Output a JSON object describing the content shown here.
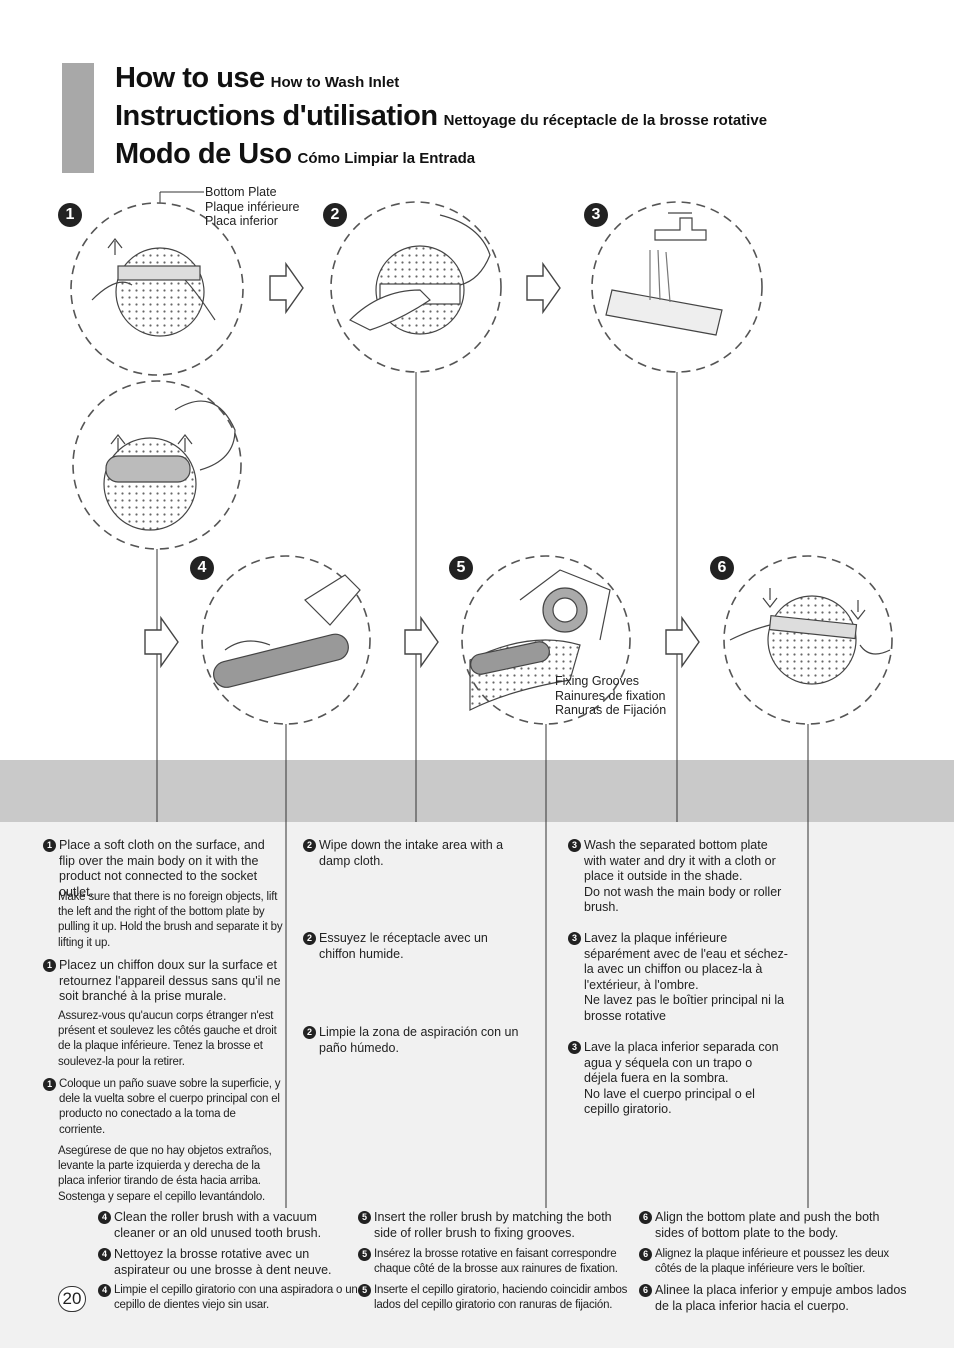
{
  "header": {
    "en_title": "How to use",
    "en_sub": "How to Wash Inlet",
    "fr_title": "Instructions d'utilisation",
    "fr_sub": "Nettoyage du réceptacle de la brosse rotative",
    "es_title": "Modo de Uso",
    "es_sub": "Cómo Limpiar la Entrada"
  },
  "labels": {
    "bottom_plate": [
      "Bottom Plate",
      "Plaque inférieure",
      "Placa inferior"
    ],
    "fixing_grooves": [
      "Fixing Grooves",
      "Rainures de fixation",
      "Ranuras de Fijación"
    ]
  },
  "step_numbers": [
    "1",
    "2",
    "3",
    "4",
    "5",
    "6"
  ],
  "steps": {
    "s1": {
      "num": "1",
      "en": "Place a soft cloth on the surface, and flip over the main body on it with the product not connected to the socket outlet.",
      "en_note": "Make sure that there is no foreign objects, lift the left and the right  of the bottom plate by pulling it up. Hold the brush and separate it by lifting it up.",
      "fr": "Placez un chiffon doux sur la surface et retournez l'appareil dessus sans qu'il ne soit branché à la prise murale.",
      "fr_note": "Assurez-vous qu'aucun corps étranger n'est présent et soulevez les côtés gauche et droit de la plaque inférieure. Tenez la brosse et soulevez-la pour la retirer.",
      "es": "Coloque un paño suave sobre la superficie, y dele la vuelta sobre el cuerpo principal con el producto no conectado a la toma de corriente.",
      "es_note": "Asegúrese de que no hay objetos extraños, levante la parte izquierda y derecha de la placa inferior tirando de ésta hacia arriba. Sostenga y separe el cepillo levantándolo."
    },
    "s2": {
      "num": "2",
      "en": "Wipe down the intake area with a damp cloth.",
      "fr": "Essuyez le réceptacle avec un chiffon humide.",
      "es": "Limpie la zona de aspiración con un paño húmedo."
    },
    "s3": {
      "num": "3",
      "en": "Wash the separated bottom plate with water and dry it with a cloth or place it outside in the shade.",
      "en_note": "Do not wash the main body or roller brush.",
      "fr": "Lavez la plaque inférieure séparément avec de l'eau et séchez-la avec un chiffon ou placez-la à l'extérieur, à l'ombre.",
      "fr_note": "Ne lavez pas le boîtier principal ni la brosse rotative",
      "es": "Lave la placa inferior separada con agua y séquela con un trapo o déjela fuera en la sombra.",
      "es_note": "No lave el cuerpo principal o el cepillo giratorio."
    },
    "s4": {
      "num": "4",
      "en": "Clean the roller brush with a vacuum cleaner or an old unused tooth brush.",
      "fr": "Nettoyez la brosse rotative avec un aspirateur ou une brosse à dent neuve.",
      "es": "Limpie el cepillo giratorio con una aspiradora o un cepillo de dientes viejo sin usar."
    },
    "s5": {
      "num": "5",
      "en": "Insert the roller brush by matching the both side of roller brush to fixing grooves.",
      "fr": "Insérez la brosse rotative en faisant correspondre chaque côté de la brosse aux rainures de fixation.",
      "es": "Inserte el cepillo giratorio, haciendo coincidir ambos lados del cepillo giratorio con ranuras de fijación."
    },
    "s6": {
      "num": "6",
      "en": "Align the bottom plate and push the both sides of bottom plate to the body.",
      "fr": "Alignez la plaque inférieure et poussez les deux côtés de la plaque inférieure vers le boîtier.",
      "es": "Alinee la placa inferior y empuje ambos lados de la placa inferior hacia el cuerpo."
    }
  },
  "page_number": "20",
  "colors": {
    "title_bar": "#a8a8a8",
    "band": "#c9c9c9",
    "lower_bg": "#f1f1f1"
  }
}
